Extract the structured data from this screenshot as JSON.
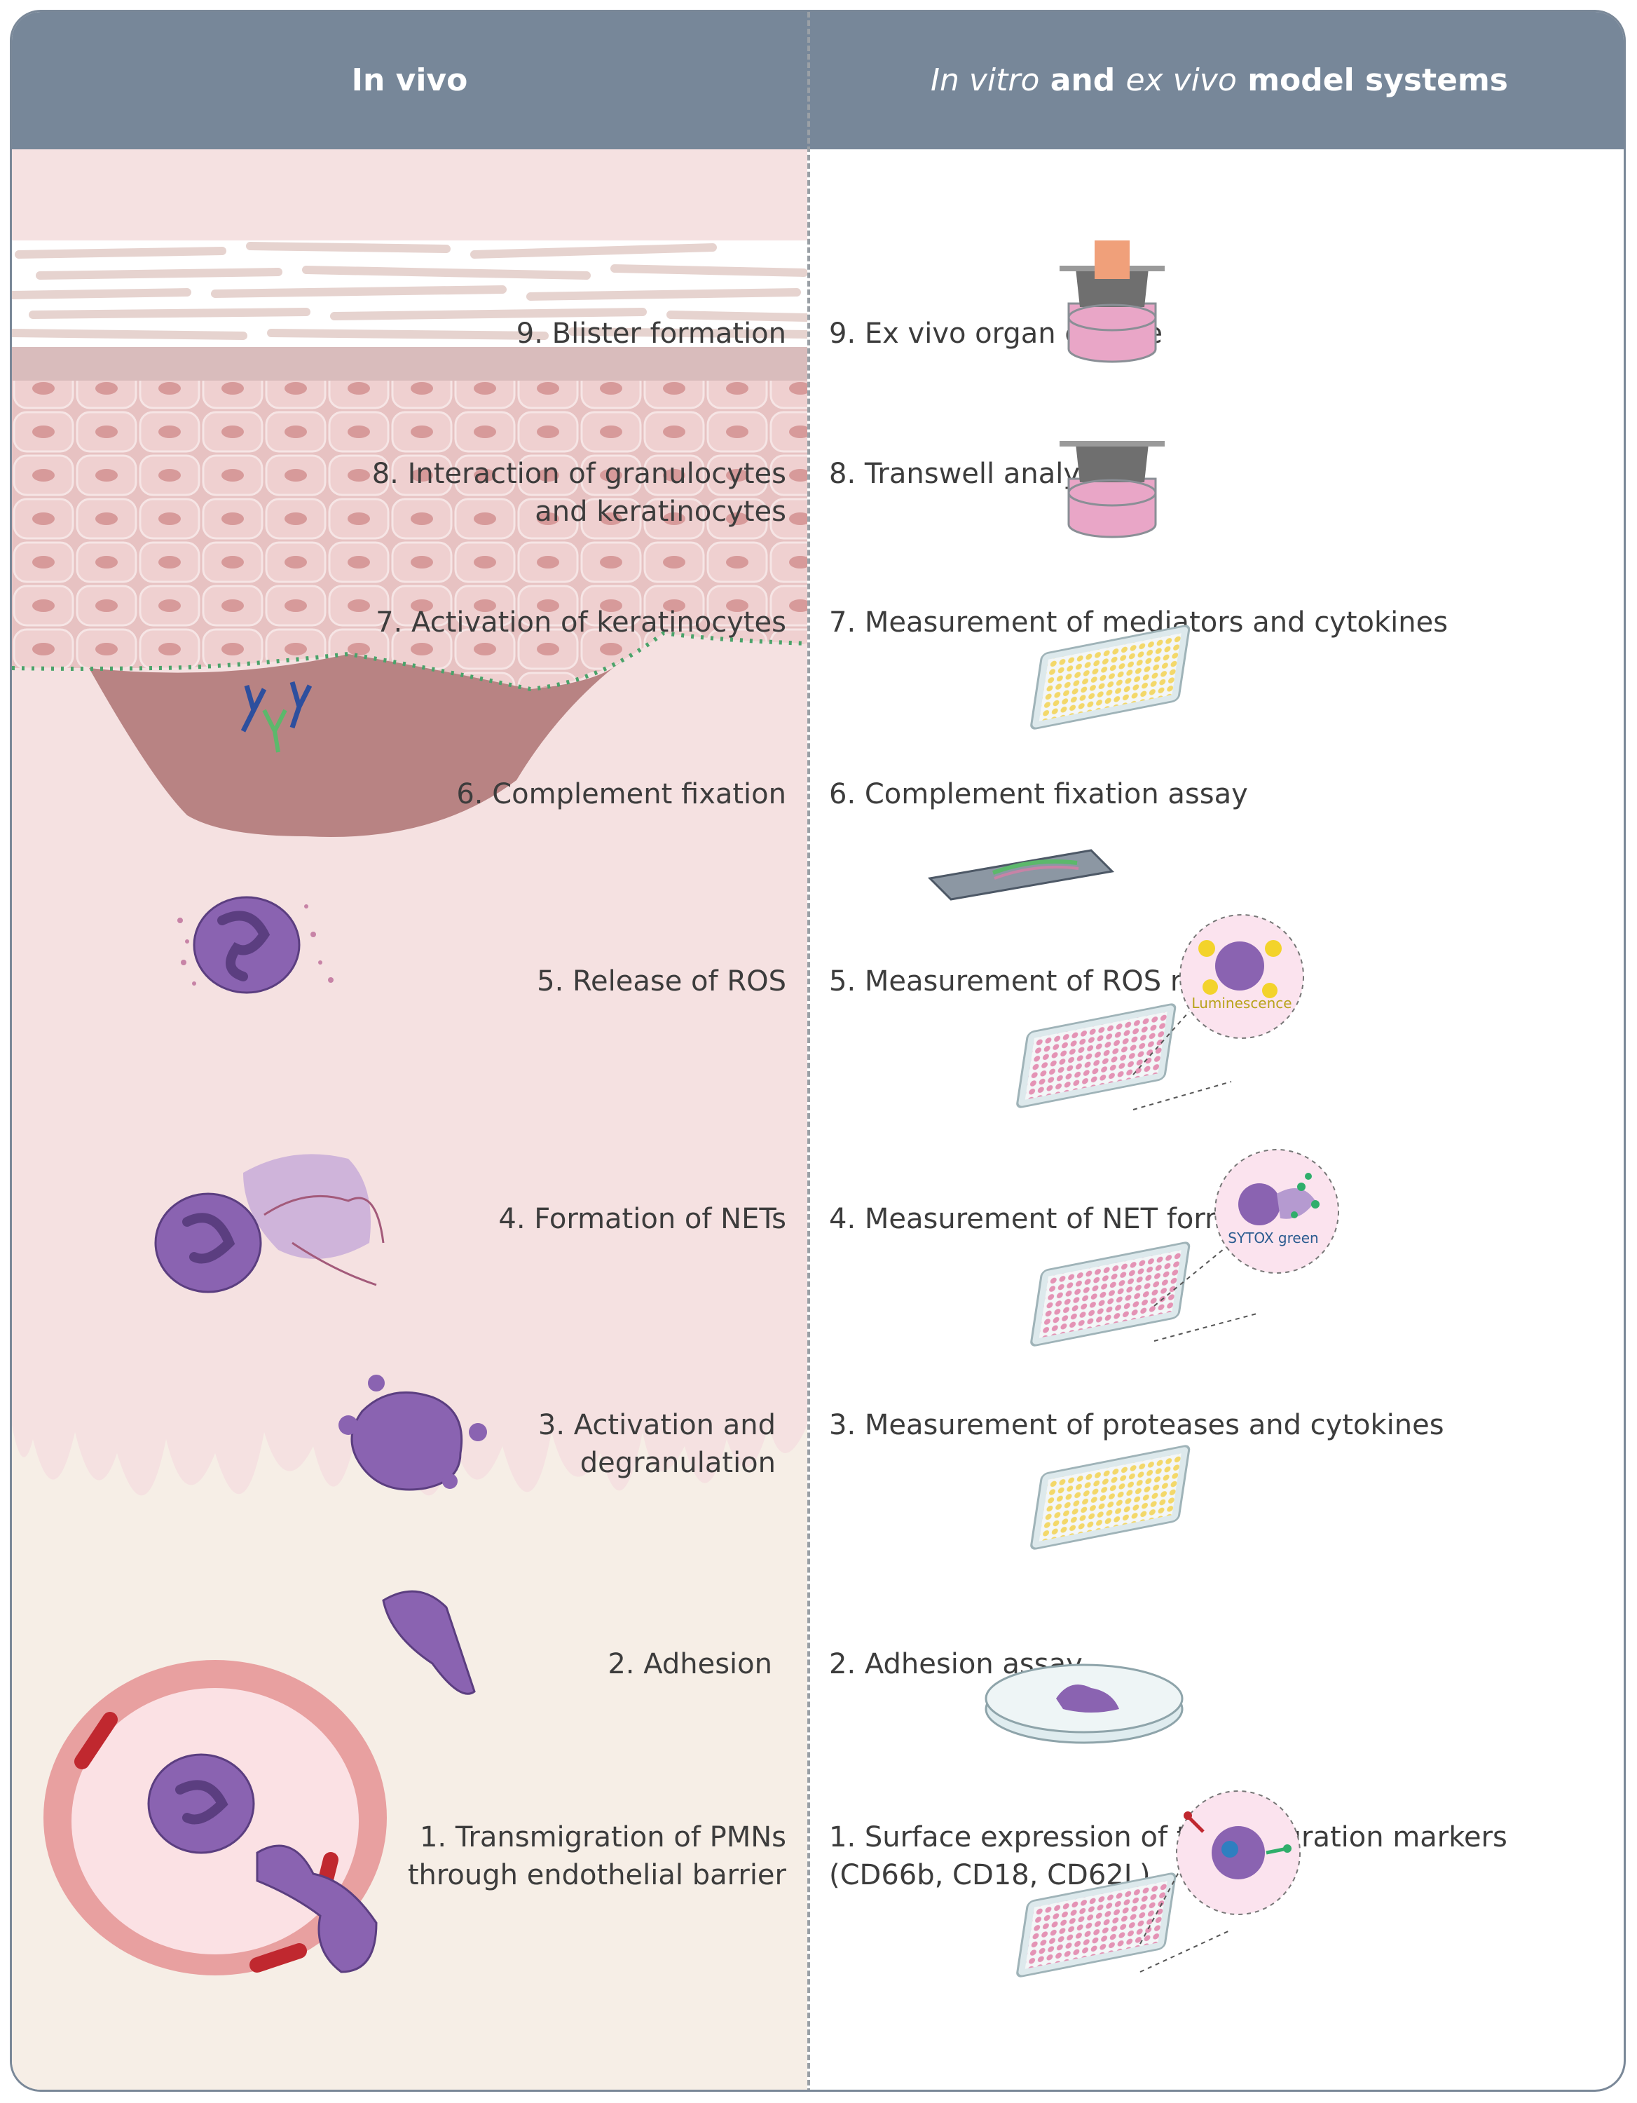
{
  "header": {
    "in_vivo": "In vivo",
    "in_vitro_word1": "In vitro",
    "and_word": "and",
    "ex_vivo_word": "ex vivo",
    "model_systems": "model systems"
  },
  "steps": [
    {
      "left": [
        "9. Blister formation"
      ],
      "right": [
        "9. Ex vivo organ culture"
      ]
    },
    {
      "left": [
        "8. Interaction of granulocytes",
        "and keratinocytes"
      ],
      "right": [
        "8. Transwell analyses"
      ]
    },
    {
      "left": [
        "7. Activation of keratinocytes"
      ],
      "right": [
        "7. Measurement of mediators and cytokines"
      ]
    },
    {
      "left": [
        "6. Complement fixation"
      ],
      "right": [
        "6. Complement fixation assay"
      ]
    },
    {
      "left": [
        "5. Release of ROS"
      ],
      "right": [
        "5. Measurement of ROS release"
      ]
    },
    {
      "left": [
        "4. Formation of NETs"
      ],
      "right": [
        "4. Measurement of NET formation"
      ]
    },
    {
      "left": [
        "3. Activation and",
        "degranulation"
      ],
      "right": [
        "3. Measurement of proteases and cytokines"
      ]
    },
    {
      "left": [
        "2. Adhesion"
      ],
      "right": [
        "2. Adhesion assay"
      ]
    },
    {
      "left": [
        "1. Transmigration of PMNs",
        "through endothelial barrier"
      ],
      "right": [
        "1. Surface expression of transmigration markers",
        "(CD66b, CD18, CD62L)"
      ]
    }
  ],
  "insets": {
    "ros": "Luminescence",
    "net": "SYTOX green"
  },
  "colors": {
    "header": "#778799",
    "border": "#7a8898",
    "dermis_pink": "#f5e1e1",
    "epidermis": "#e8c3c3",
    "bottom_beige": "#f6eee6",
    "neutrophil": "#8a63b1"
  }
}
